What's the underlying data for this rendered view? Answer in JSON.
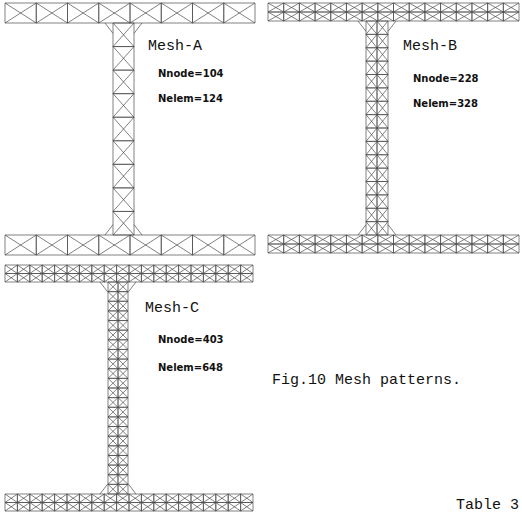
{
  "diagram": {
    "caption": "Fig.10 Mesh patterns.",
    "labels": [
      "Mesh-A",
      "Nnode=104",
      "Nelem=124",
      "Mesh-B",
      "Nnode=228",
      "Nelem=328",
      "Mesh-C",
      "Nnode=403",
      "Nelem=648",
      "Table 3"
    ]
  }
}
